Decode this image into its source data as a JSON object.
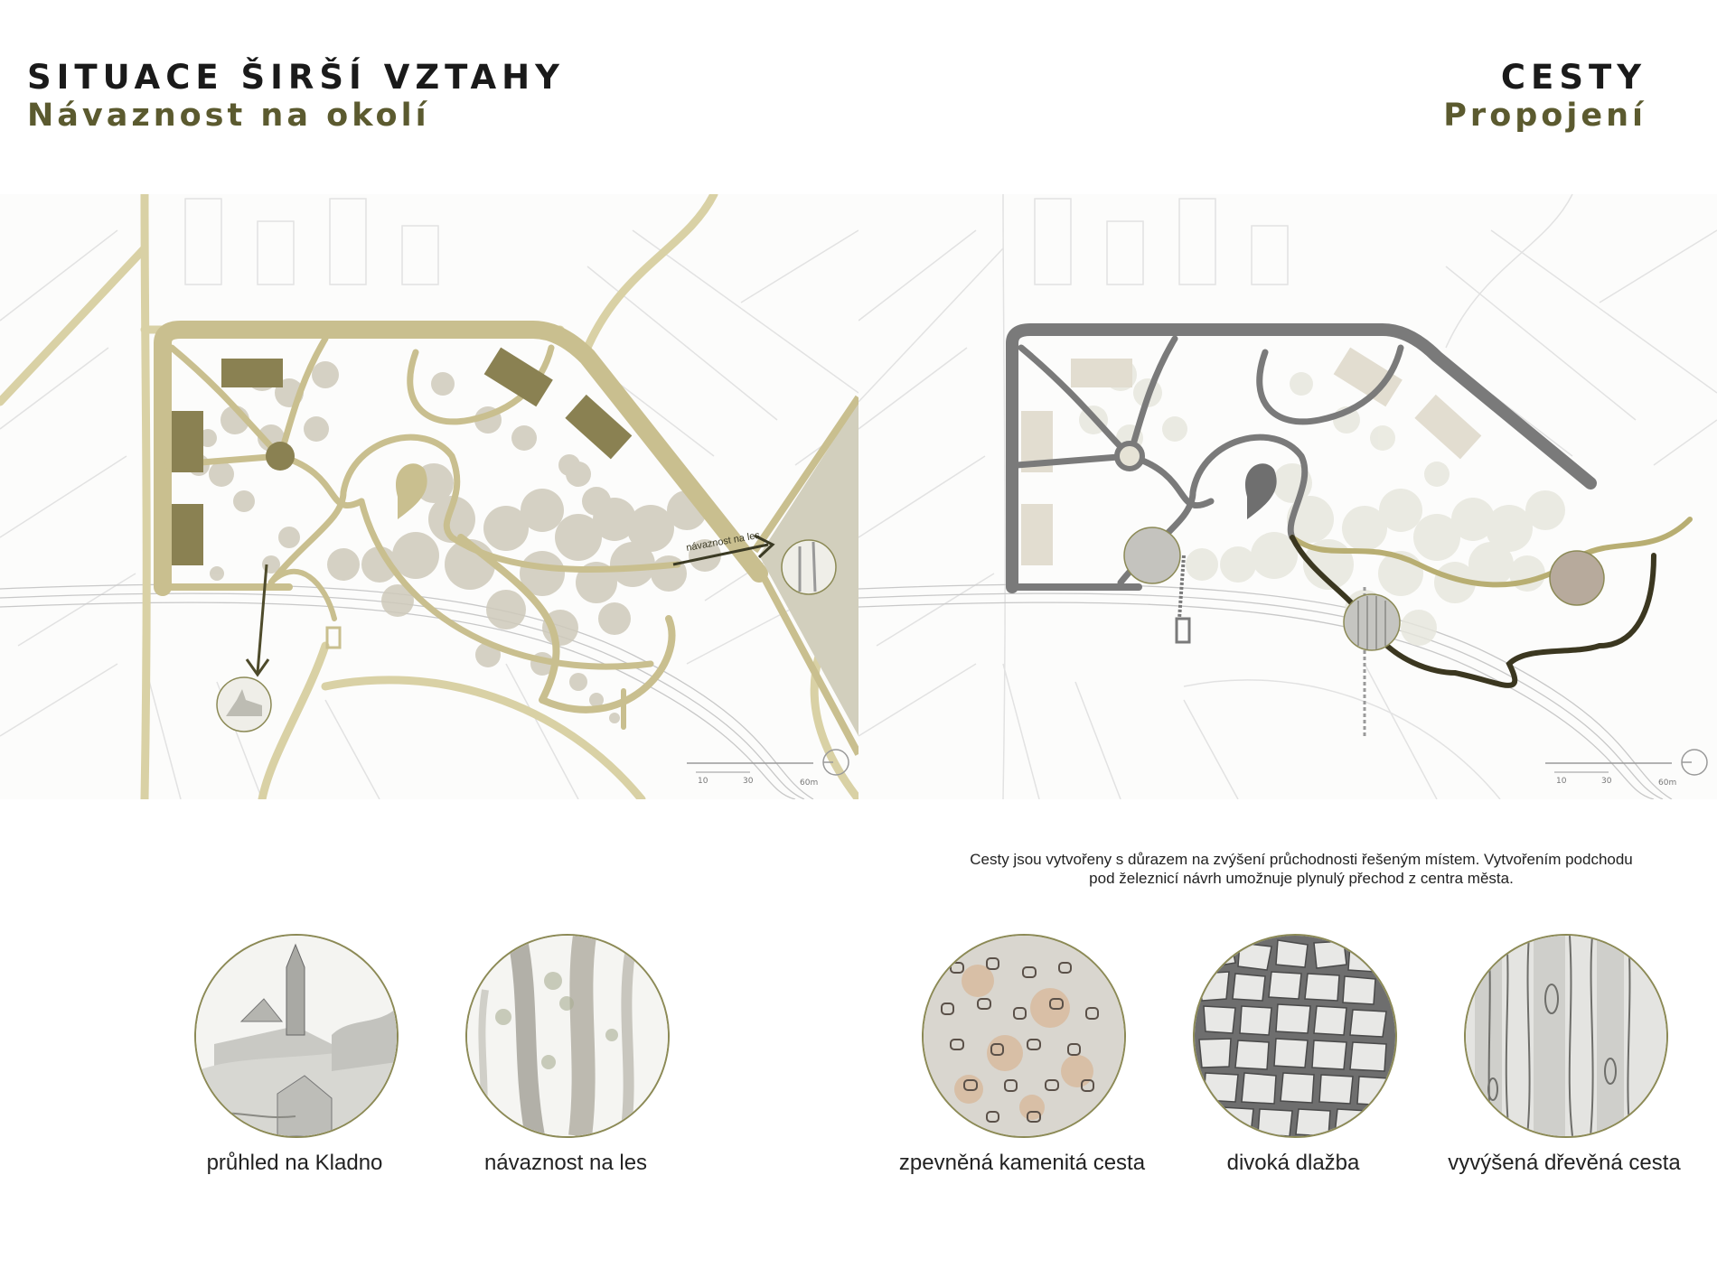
{
  "left_panel": {
    "title": "SITUACE ŠIRŠÍ VZTAHY",
    "subtitle": "Návaznost na okolí",
    "map_label": "návaznost na les",
    "scale": [
      "10",
      "30",
      "60m"
    ]
  },
  "right_panel": {
    "title": "CESTY",
    "subtitle": "Propojení",
    "scale": [
      "10",
      "30",
      "60m"
    ],
    "description_line1": "Cesty jsou vytvořeny s důrazem na zvýšení průchodnosti řešeným místem. Vytvořením podchodu",
    "description_line2": "pod železnicí návrh umožnuje plynulý přechod z centra města."
  },
  "captions": {
    "kladno": "průhled na Kladno",
    "les": "návaznost na les",
    "kamenita": "zpevněná kamenitá cesta",
    "dlazba": "divoká dlažba",
    "drevena": "vyvýšená dřevěná cesta"
  },
  "colors": {
    "olive_path": "#c9bf8f",
    "olive_dark": "#5b5a2f",
    "building": "#8a8152",
    "tree": "#cfcabb",
    "grey_path": "#7a7a7a",
    "path_olive_right": "#b8ae72",
    "path_dark_right": "#3b3720"
  }
}
